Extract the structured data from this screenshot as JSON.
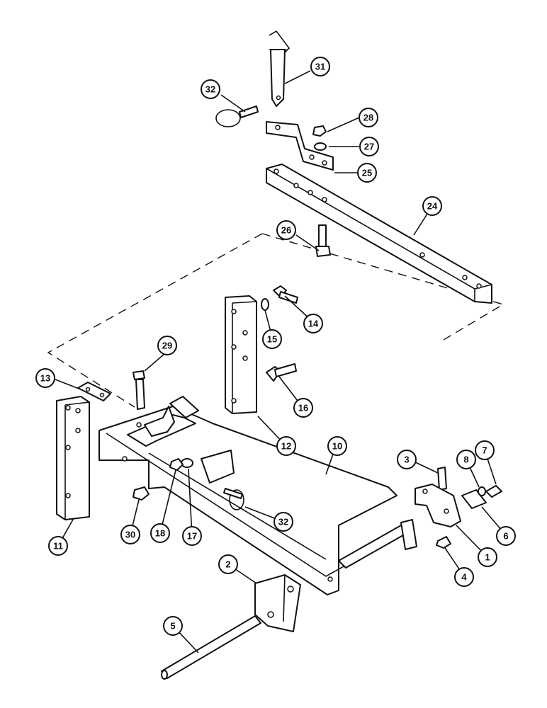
{
  "callouts": [
    {
      "id": "c31",
      "label": "31"
    },
    {
      "id": "c32a",
      "label": "32"
    },
    {
      "id": "c28",
      "label": "28"
    },
    {
      "id": "c27",
      "label": "27"
    },
    {
      "id": "c25",
      "label": "25"
    },
    {
      "id": "c24",
      "label": "24"
    },
    {
      "id": "c26",
      "label": "26"
    },
    {
      "id": "c14",
      "label": "14"
    },
    {
      "id": "c15",
      "label": "15"
    },
    {
      "id": "c29",
      "label": "29"
    },
    {
      "id": "c13",
      "label": "13"
    },
    {
      "id": "c16",
      "label": "16"
    },
    {
      "id": "c12",
      "label": "12"
    },
    {
      "id": "c10",
      "label": "10"
    },
    {
      "id": "c3",
      "label": "3"
    },
    {
      "id": "c8",
      "label": "8"
    },
    {
      "id": "c7",
      "label": "7"
    },
    {
      "id": "c6",
      "label": "6"
    },
    {
      "id": "c1",
      "label": "1"
    },
    {
      "id": "c4",
      "label": "4"
    },
    {
      "id": "c32b",
      "label": "32"
    },
    {
      "id": "c17",
      "label": "17"
    },
    {
      "id": "c18",
      "label": "18"
    },
    {
      "id": "c30",
      "label": "30"
    },
    {
      "id": "c11",
      "label": "11"
    },
    {
      "id": "c2",
      "label": "2"
    },
    {
      "id": "c5",
      "label": "5"
    }
  ]
}
